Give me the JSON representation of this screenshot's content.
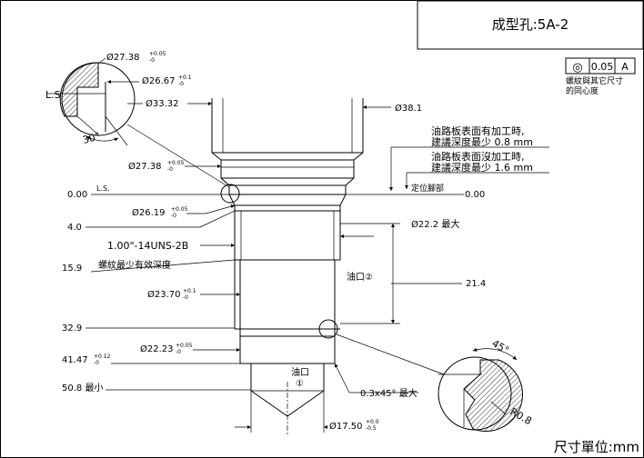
{
  "title_block": {
    "title": "成型孔:5A-2"
  },
  "gdt": {
    "symbol": "◎",
    "tolerance": "0.05",
    "datum": "A",
    "note_line1": "螺紋與其它尺寸",
    "note_line2": "的同心度"
  },
  "dims": {
    "d27_38_top": "Ø27.38",
    "d27_38_top_tol_up": "+0.05",
    "d27_38_top_tol_dn": "-0",
    "d26_67": "Ø26.67",
    "d26_67_tol_up": "+0.1",
    "d26_67_tol_dn": "-0",
    "ls_label": "L.S",
    "d33_32": "Ø33.32",
    "angle_30": "30°",
    "d38_1": "Ø38.1",
    "d27_38_mid": "Ø27.38",
    "d27_38_mid_tol_up": "+0.05",
    "d27_38_mid_tol_dn": "-0",
    "zero_left": "0.00",
    "ls_small": "L.S.",
    "locating_face": "定位腳部",
    "zero_right": "0.00",
    "d26_19": "Ø26.19",
    "d26_19_tol_up": "+0.05",
    "d26_19_tol_dn": "-0",
    "depth_4": "4.0",
    "d22_2": "Ø22.2 最大",
    "thread": "1.00\"-14UNS-2B",
    "depth_15_9": "15.9",
    "thread_depth": "螺紋最少有效深度",
    "port2": "油口②",
    "depth_21_4": "21.4",
    "d23_70": "Ø23.70",
    "d23_70_tol_up": "+0.1",
    "d23_70_tol_dn": "-0",
    "depth_32_9": "32.9",
    "d22_23": "Ø22.23",
    "d22_23_tol_up": "+0.05",
    "d22_23_tol_dn": "-0",
    "depth_41_47": "41.47",
    "depth_41_47_tol_up": "+0.12",
    "depth_41_47_tol_dn": "-0",
    "port1_a": "油口",
    "port1_b": "①",
    "depth_50_8": "50.8 最小",
    "chamfer": "0.3x45° 最大",
    "d17_50": "Ø17.50",
    "d17_50_tol_up": "+0.0",
    "d17_50_tol_dn": "-0.5",
    "angle_45": "45°",
    "r0_8": "R0.8"
  },
  "notes": {
    "note1_line1": "油路板表面有加工時,",
    "note1_line2": "建議深度最少 0.8 mm",
    "note2_line1": "油路板表面沒加工時,",
    "note2_line2": "建議深度最少 1.6 mm"
  },
  "units": {
    "label": "尺寸單位:mm"
  }
}
